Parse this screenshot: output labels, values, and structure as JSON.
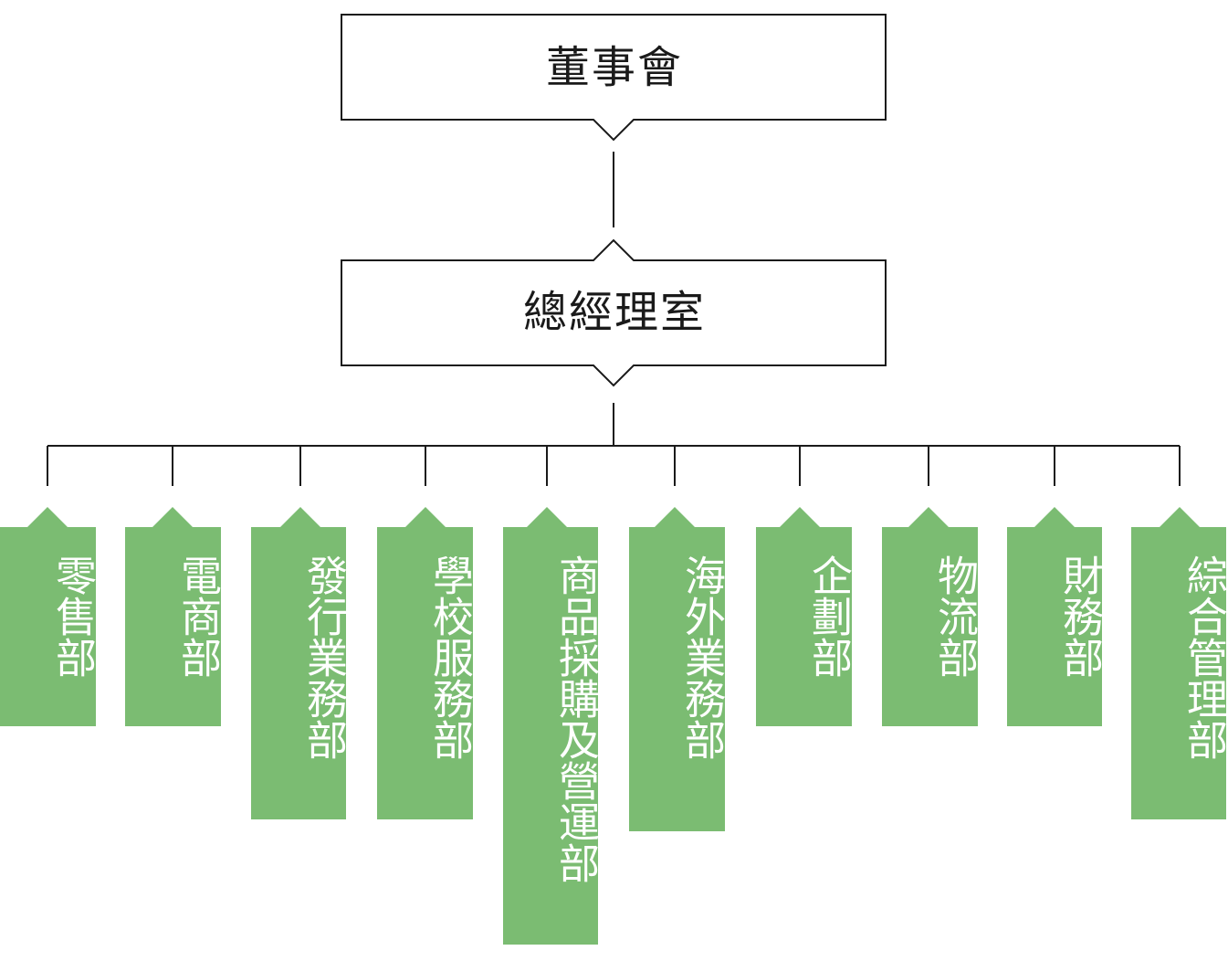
{
  "board": {
    "label": "董事會"
  },
  "gm_office": {
    "label": "總經理室"
  },
  "departments": [
    {
      "label": "零售部"
    },
    {
      "label": "電商部"
    },
    {
      "label": "發行業務部"
    },
    {
      "label": "學校服務部"
    },
    {
      "label": "商品採購及營運部"
    },
    {
      "label": "海外業務部"
    },
    {
      "label": "企劃部"
    },
    {
      "label": "物流部"
    },
    {
      "label": "財務部"
    },
    {
      "label": "綜合管理部"
    }
  ],
  "colors": {
    "dept_fill": "#7bbc72",
    "line": "#1a1a1a",
    "box_fill": "#ffffff"
  }
}
